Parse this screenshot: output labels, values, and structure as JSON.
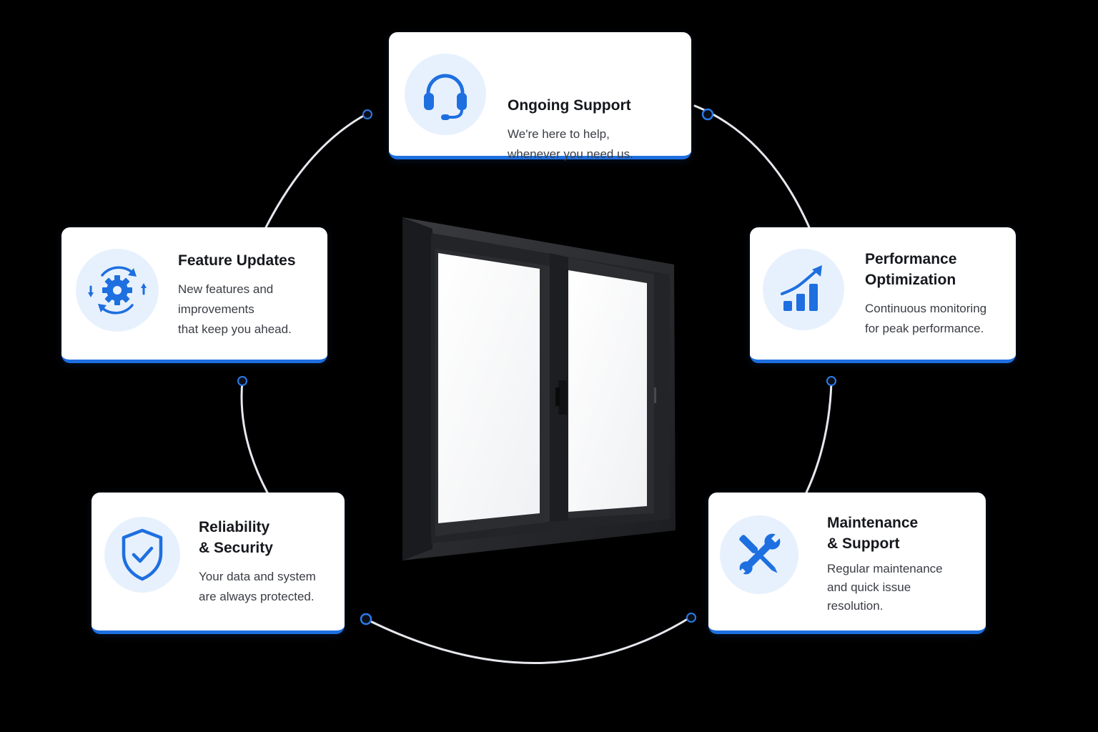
{
  "colors": {
    "background": "#000000",
    "card_background": "#ffffff",
    "accent_blue": "#1e6fe0",
    "icon_background": "#e7f1fd",
    "title_text": "#16181d",
    "body_text": "#3a3d44",
    "connector_line": "#e6e8ee",
    "window_frame": "#2a2b2e"
  },
  "center_image": {
    "subject": "sliding-window",
    "frame_color": "#2a2b2e"
  },
  "cards": {
    "ongoing_support": {
      "icon": "headset-icon",
      "title": "Ongoing Support",
      "description": "We're here to help,\nwhenever you need us."
    },
    "feature_updates": {
      "icon": "gear-refresh-icon",
      "title": "Feature Updates",
      "description": "New features and\nimprovements\nthat keep you ahead."
    },
    "performance_optimization": {
      "icon": "growth-chart-icon",
      "title": "Performance\nOptimization",
      "description": "Continuous monitoring\nfor peak performance."
    },
    "reliability_security": {
      "icon": "shield-check-icon",
      "title": "Reliability\n& Security",
      "description": "Your data and system\nare always protected."
    },
    "maintenance_support": {
      "icon": "wrench-screwdriver-icon",
      "title": "Maintenance\n& Support",
      "description": "Regular maintenance\nand quick issue\nresolution."
    }
  }
}
